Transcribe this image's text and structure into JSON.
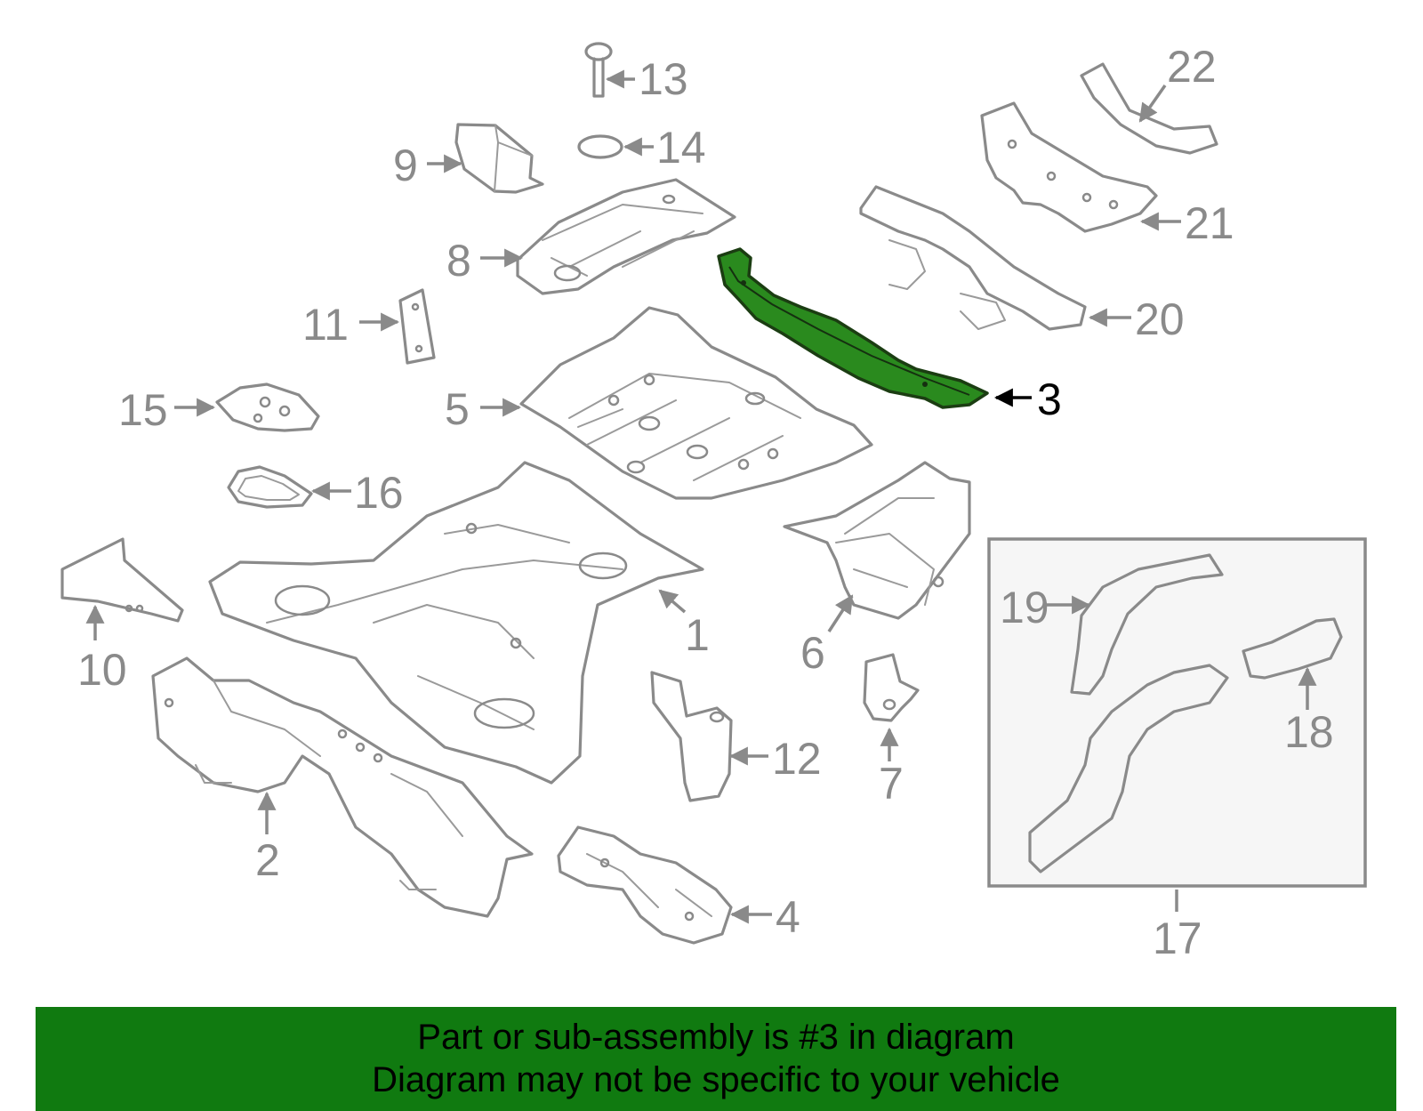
{
  "diagram": {
    "highlighted_part": "3",
    "subassembly_group": "17",
    "callouts": [
      {
        "id": "c1",
        "label": "1"
      },
      {
        "id": "c2",
        "label": "2"
      },
      {
        "id": "c3",
        "label": "3"
      },
      {
        "id": "c4",
        "label": "4"
      },
      {
        "id": "c5",
        "label": "5"
      },
      {
        "id": "c6",
        "label": "6"
      },
      {
        "id": "c7",
        "label": "7"
      },
      {
        "id": "c8",
        "label": "8"
      },
      {
        "id": "c9",
        "label": "9"
      },
      {
        "id": "c10",
        "label": "10"
      },
      {
        "id": "c11",
        "label": "11"
      },
      {
        "id": "c12",
        "label": "12"
      },
      {
        "id": "c13",
        "label": "13"
      },
      {
        "id": "c14",
        "label": "14"
      },
      {
        "id": "c15",
        "label": "15"
      },
      {
        "id": "c16",
        "label": "16"
      },
      {
        "id": "c17",
        "label": "17"
      },
      {
        "id": "c18",
        "label": "18"
      },
      {
        "id": "c19",
        "label": "19"
      },
      {
        "id": "c20",
        "label": "20"
      },
      {
        "id": "c21",
        "label": "21"
      },
      {
        "id": "c22",
        "label": "22"
      }
    ],
    "colors": {
      "line_art": "#8a8a8a",
      "highlight_fill": "#2a8a1e",
      "banner_background": "#107a10",
      "highlight_text": "#000000"
    }
  },
  "banner": {
    "line1": "Part or sub-assembly is #3 in diagram",
    "line2": "Diagram may not be specific to your vehicle"
  }
}
